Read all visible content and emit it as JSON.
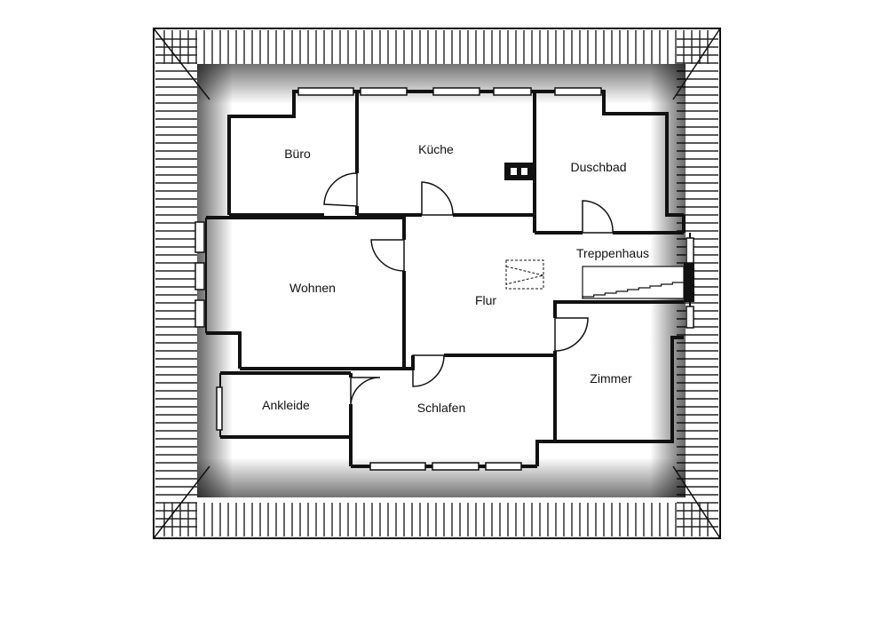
{
  "colors": {
    "wall": "#111111",
    "roof_line": "#222222",
    "background": "#ffffff"
  },
  "rooms": {
    "buero": "Büro",
    "kueche": "Küche",
    "duschbad": "Duschbad",
    "treppenhaus": "Treppenhaus",
    "wohnen": "Wohnen",
    "flur": "Flur",
    "ankleide": "Ankleide",
    "schlafen": "Schlafen",
    "zimmer": "Zimmer"
  }
}
